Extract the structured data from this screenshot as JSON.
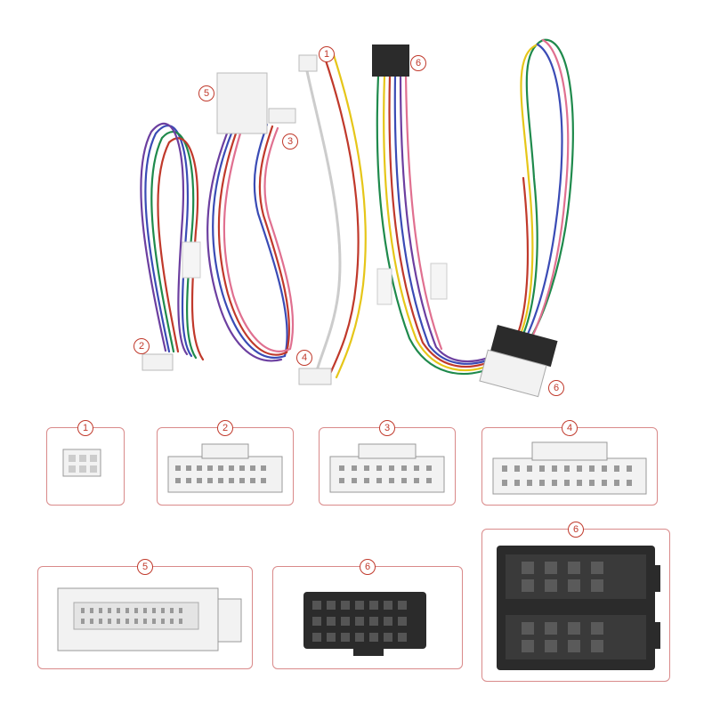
{
  "callouts": {
    "top_1": "1",
    "top_2": "2",
    "top_3": "3",
    "top_4": "4",
    "top_5": "5",
    "top_6a": "6",
    "top_6b": "6"
  },
  "panels": [
    {
      "label": "1"
    },
    {
      "label": "2"
    },
    {
      "label": "3"
    },
    {
      "label": "4"
    },
    {
      "label": "5"
    },
    {
      "label": "6"
    },
    {
      "label": "6"
    }
  ],
  "colors": {
    "accent": "#c0392b",
    "panel_border": "#d98a8a",
    "connector_white": "#f2f2f2",
    "connector_black": "#2b2b2b"
  }
}
